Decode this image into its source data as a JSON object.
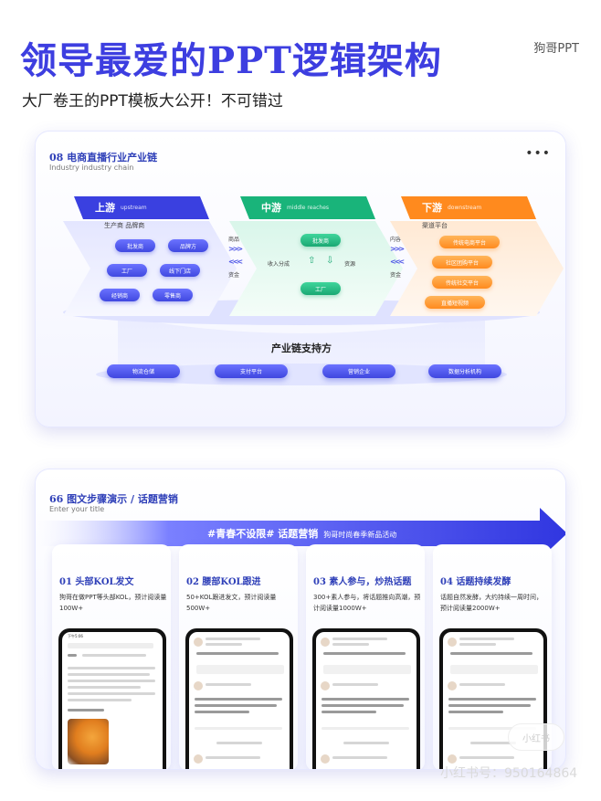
{
  "header": {
    "title": "领导最爱的PPT逻辑架构",
    "brand": "狗哥PPT",
    "subtitle": "大厂卷王的PPT模板大公开！不可错过"
  },
  "slide1": {
    "title": "08  电商直播行业产业链",
    "subtitle": "Industry industry chain",
    "stages": [
      {
        "name": "上游",
        "en": "upstream",
        "line": "生产商  品牌商",
        "items": [
          "批发商",
          "品牌方",
          "工厂",
          "线下门店",
          "经销商",
          "零售商"
        ]
      },
      {
        "name": "中游",
        "en": "middle reaches",
        "items": [
          "批发商",
          "工厂"
        ],
        "left_label": "收入分成",
        "right_label": "资源"
      },
      {
        "name": "下游",
        "en": "downstream",
        "line": "渠道平台",
        "items": [
          "传统电商平台",
          "社区团购平台",
          "传统社交平台",
          "直播短视频"
        ]
      }
    ],
    "connector1": {
      "top": "商品",
      "bottom": "资金"
    },
    "connector2": {
      "top": "内容",
      "bottom": "资金"
    },
    "support_title": "产业链支持方",
    "support_items": [
      "物流仓储",
      "支付平台",
      "营销企业",
      "数据分析机构"
    ],
    "colors": {
      "blue": "#4049e0",
      "green": "#1aa873",
      "orange": "#ff8a1e"
    }
  },
  "slide2": {
    "title": "66 图文步骤演示 / 话题营销",
    "subtitle": "Enter your title",
    "banner_text": "#青春不设限# 话题营销",
    "banner_sub": "狗哥时尚春季新品活动",
    "steps": [
      {
        "title": "01  头部KOL发文",
        "desc": "狗哥在做PPT等头部KOL，预计阅读量100W+"
      },
      {
        "title": "02  腰部KOL跟进",
        "desc": "50+KOL跟进发文，预计阅读量500W+"
      },
      {
        "title": "03  素人参与，炒热话题",
        "desc": "300+素人参与，将话题推向高潮，预计阅读量1000W+"
      },
      {
        "title": "04  话题持续发酵",
        "desc": "话题自然发酵，大约持续一周时间，预计阅读量2000W+"
      }
    ],
    "phone_time": "下午5:06"
  },
  "watermark": {
    "text": "小红书号：950164864",
    "bubble": "小红书"
  }
}
